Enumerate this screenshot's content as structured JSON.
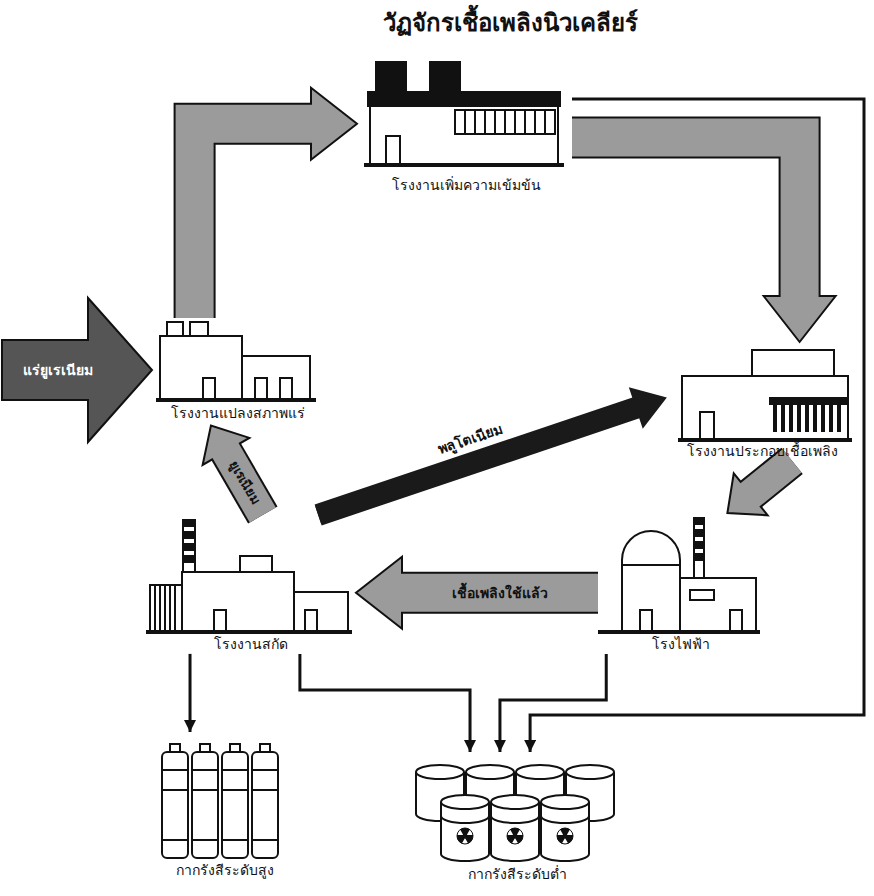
{
  "diagram": {
    "title": "วัฏจักรเชื้อเพลิงนิวเคลียร์",
    "nodes": [
      {
        "text": [
          "โรงงานเพิ่มความเข้มข้น"
        ]
      },
      {
        "text": [
          "โรงงานแปลงสภาพแร่"
        ]
      },
      {
        "text": [
          "โรงงานประกอบเชื้อเพลิง"
        ]
      },
      {
        "text": [
          "โรงงานสกัด"
        ]
      },
      {
        "text": [
          "โรงไฟฟ้า"
        ]
      },
      {
        "text": [
          "กากรังสีระดับสูง"
        ]
      },
      {
        "text": [
          "กากรังสีระดับต่ำ"
        ]
      }
    ],
    "edges": [
      {
        "from": 1,
        "to": 0,
        "arrow": "to"
      },
      {
        "from": 0,
        "to": 2,
        "arrow": "to"
      },
      {
        "from": 2,
        "to": 4,
        "arrow": "to"
      },
      {
        "from": 4,
        "to": 3,
        "label": "เชื้อเพลิงใช้แล้ว",
        "arrow": "to"
      },
      {
        "from": 3,
        "to": 1,
        "label": "ยูเรเนียม",
        "arrow": "to"
      },
      {
        "from": 3,
        "to": 2,
        "label": "พลูโตเนียม",
        "arrow": "to"
      },
      {
        "from": 3,
        "to": 5,
        "arrow": "to"
      },
      {
        "from": 3,
        "to": 6,
        "arrow": "to"
      },
      {
        "from": 4,
        "to": 6,
        "arrow": "to"
      },
      {
        "from": 0,
        "to": 6,
        "arrow": "to"
      }
    ],
    "labels": [
      "แร่ยูเรเนียม"
    ]
  }
}
